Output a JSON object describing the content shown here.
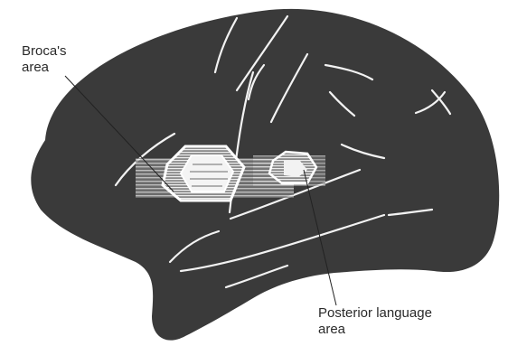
{
  "labels": {
    "broca_line1": "Broca's",
    "broca_line2": "area",
    "posterior_line1": "Posterior language",
    "posterior_line2": "area"
  },
  "colors": {
    "brain_fill": "#3a3a3a",
    "sulcus": "#f2f2f2",
    "highlight": "#ffffff",
    "leader_line": "#222222",
    "text": "#2a2a2a",
    "background": "#ffffff"
  }
}
